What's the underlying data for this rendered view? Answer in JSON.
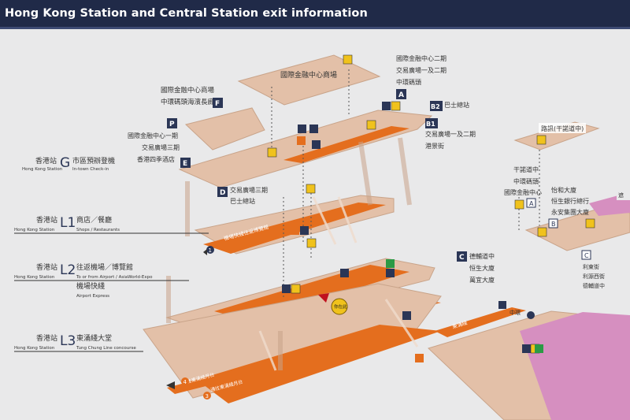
{
  "header": {
    "title": "Hong Kong Station and Central Station exit information",
    "title_cjk_partial": "出口資料"
  },
  "floors": [
    {
      "cjk": "市區預辦登機",
      "station_cjk": "香港站",
      "code": "G",
      "station_en": "Hong Kong Station",
      "en": "In-town Check-in"
    },
    {
      "cjk": "商店／餐廳",
      "station_cjk": "香港站",
      "code": "L1",
      "station_en": "Hong Kong Station",
      "en": "Shops / Restaurants"
    },
    {
      "cjk": "往返機場／博覽館",
      "station_cjk": "香港站",
      "code": "L2",
      "station_en": "Hong Kong Station",
      "en": "To or from Airport / AsiaWorld-Expo"
    },
    {
      "cjk": "東涌綫大堂",
      "station_cjk": "香港站",
      "code": "L3",
      "station_en": "Hong Kong Station",
      "en": "Tung Chung Line concourse"
    }
  ],
  "airport_express": {
    "cjk": "機場快綫",
    "en": "Airport Express"
  },
  "exits": {
    "A": {
      "label": "A",
      "cjk1": "國際金融中心二期",
      "cjk2": "交易廣場一及二期",
      "cjk3": "中環碼頭"
    },
    "B2": {
      "label": "B2",
      "cjk1": "巴士總站"
    },
    "B1": {
      "label": "B1",
      "cjk1": "交易廣場一及二期",
      "cjk2": "港景街"
    },
    "C": {
      "label": "C",
      "cjk1": "德輔道中",
      "cjk2": "恒生大廈",
      "cjk3": "萬宜大廈"
    },
    "D": {
      "label": "D",
      "cjk1": "交易廣場三期",
      "cjk2": "巴士總站"
    },
    "E": {
      "label": "E",
      "cjk1": "國際金融中心一期",
      "cjk2": "交易廣場三期",
      "cjk3": "香港四季酒店"
    },
    "F": {
      "label": "F",
      "cjk1": "國際金融中心商場",
      "cjk2": "中環碼頭海濱長廊"
    },
    "P": {
      "label": "P"
    }
  },
  "labels": {
    "ifc_mall": "國際金融中心商場",
    "connaught_road": "干諾道中",
    "central_pier": "中環碼頭",
    "ifc2": "國際金融中心",
    "jardine": "怡和大廈",
    "hengseng": "恒生銀行總行",
    "on_tai": "永安集團大廈",
    "ifc_right_top": "路訊(干諾道中)",
    "you_are_here": "你在此",
    "central": "中環",
    "east": "東涌綫",
    "tsuen_wan": "往荃灣方向",
    "island_line": "港島綫",
    "seg_line1": "前往東涌綫月台",
    "seg_line2": "通往東涌綫月台",
    "l1_corridor": "機場快綫往返博覽館",
    "dundas": "德輔道中"
  },
  "colors": {
    "header": "#202a48",
    "panel": "#e9e9ea",
    "floor": "#e3c0a8",
    "floor_edge": "#c9a48a",
    "orange": "#e46e1e",
    "pink": "#d68fc0",
    "badge": "#2b3656",
    "yellow": "#f0c21c"
  }
}
